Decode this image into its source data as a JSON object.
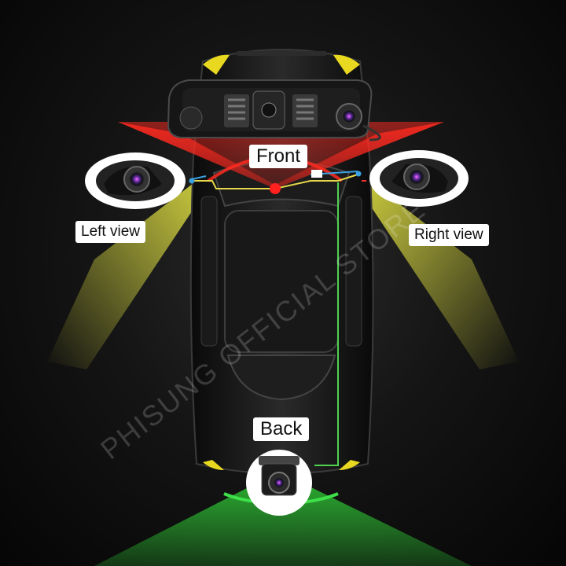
{
  "labels": {
    "front": "Front",
    "left": "Left view",
    "right": "Right view",
    "back": "Back"
  },
  "watermark": "PHISUNG OFFICIAL STORE",
  "colors": {
    "front_zone": "#e0201e",
    "side_zone": "#c8c832",
    "back_zone": "#23b42a",
    "car_body": "#141414",
    "wire_yellow": "#e6d84a",
    "wire_blue": "#3aa0e0",
    "wire_green": "#4fd34f"
  },
  "icons": [
    "mirror-dashcam-icon",
    "side-camera-icon",
    "rear-camera-icon"
  ]
}
